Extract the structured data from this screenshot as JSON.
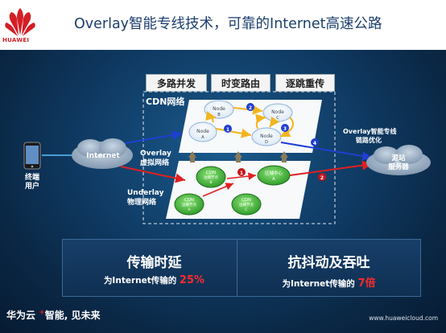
{
  "header": {
    "brand": "HUAWEI",
    "title": "Overlay智能专线技术，可靠的Internet高速公路"
  },
  "tabs": [
    "多路并发",
    "时变路由",
    "逐跳重传"
  ],
  "diagram": {
    "cdn_label": "CDN网络",
    "overlay_label": [
      "Overlay",
      "虚拟网络"
    ],
    "underlay_label": [
      "Underlay",
      "物理网络"
    ],
    "internet_label": "Internet",
    "terminal_label": [
      "终端",
      "用户"
    ],
    "overlay_optimize_label": [
      "Overlay智能专线",
      "链路优化"
    ],
    "origin_label": [
      "源站",
      "服务器"
    ],
    "nodes": [
      {
        "name": "Node",
        "sub": "A"
      },
      {
        "name": "Node",
        "sub": "B"
      },
      {
        "name": "Node",
        "sub": "C"
      },
      {
        "name": "Node",
        "sub": "D"
      }
    ],
    "cdn_nodes": [
      {
        "name": "CDN",
        "sub1": "边缘节点",
        "sub2": "B"
      },
      {
        "name": "CDN",
        "sub1": "边缘节点",
        "sub2": "A"
      },
      {
        "name": "CDN",
        "sub1": "边缘节点",
        "sub2": "C"
      },
      {
        "name": "区域中心",
        "sub1": "A",
        "sub2": ""
      }
    ],
    "step_numbers": [
      "1",
      "2",
      "3",
      "4"
    ],
    "underlay_steps": [
      "1",
      "2"
    ]
  },
  "metrics": [
    {
      "title": "传输时延",
      "prefix": "为Internet传输的",
      "value": "25%"
    },
    {
      "title": "抗抖动及吞吐",
      "prefix": "为Internet传输的",
      "value": "7倍"
    }
  ],
  "footer": {
    "slogan_a": "华为云",
    "slogan_plus": "+",
    "slogan_b": "智能, 见未来",
    "url": "www.huaweicloud.com"
  },
  "colors": {
    "overlay_arrow": "#1f3fd1",
    "underlay_arrow": "#e02020",
    "node_path": "#f2b51c",
    "brand_red": "#d41e26"
  }
}
